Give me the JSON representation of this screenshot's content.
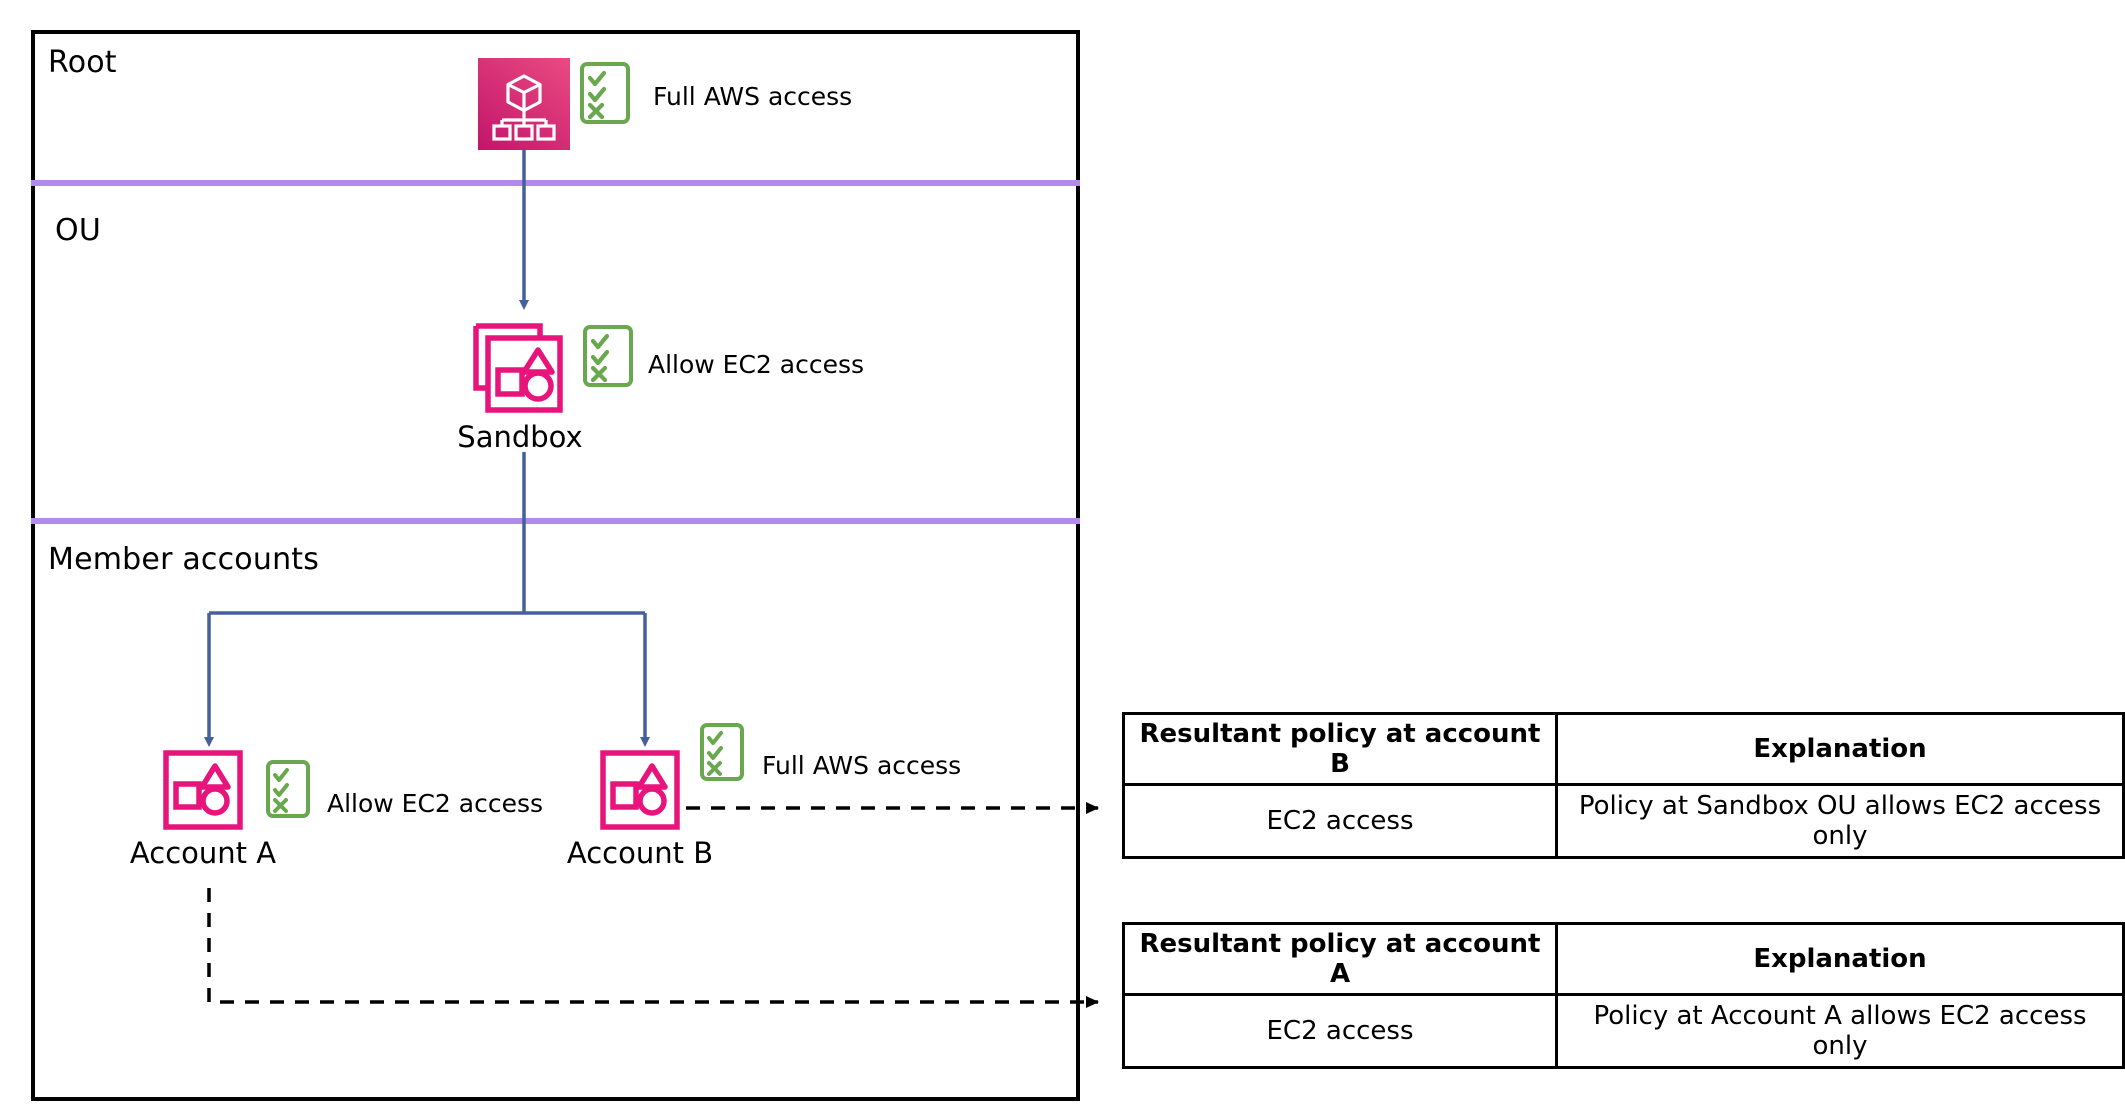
{
  "diagram": {
    "bands": [
      {
        "id": "root",
        "label": "Root"
      },
      {
        "id": "ou",
        "label": "OU"
      },
      {
        "id": "member",
        "label": "Member accounts"
      }
    ],
    "nodes": [
      {
        "id": "root",
        "caption": "",
        "icon": "aws-organizations-icon"
      },
      {
        "id": "ou",
        "caption": "Sandbox",
        "icon": "organizational-unit-icon"
      },
      {
        "id": "account-a",
        "caption": "Account A",
        "icon": "aws-account-icon"
      },
      {
        "id": "account-b",
        "caption": "Account B",
        "icon": "aws-account-icon"
      }
    ],
    "policies": [
      {
        "id": "root",
        "text": "Full AWS access"
      },
      {
        "id": "ou",
        "text": "Allow EC2 access"
      },
      {
        "id": "account-a",
        "text": "Allow EC2 access"
      },
      {
        "id": "account-b",
        "text": "Full AWS access"
      }
    ]
  },
  "tables": [
    {
      "id": "account-b",
      "headers": [
        "Resultant policy at account B",
        "Explanation"
      ],
      "row": [
        "EC2 access",
        "Policy at Sandbox OU allows EC2 access only"
      ]
    },
    {
      "id": "account-a",
      "headers": [
        "Resultant policy at account A",
        "Explanation"
      ],
      "row": [
        "EC2 access",
        "Policy at Account A allows EC2 access only"
      ]
    }
  ],
  "colors": {
    "band_divider": "#b18aec",
    "connector": "#46609c",
    "icon_pink": "#e7157b",
    "icon_green": "#6aa84f",
    "border": "#000000"
  }
}
